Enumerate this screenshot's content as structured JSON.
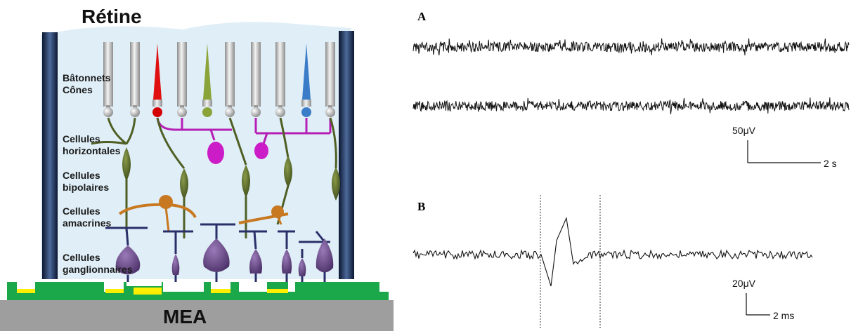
{
  "figure": {
    "retina_title": "Rétine",
    "mea_label": "MEA",
    "layer_labels": {
      "rods": "Bâtonnets",
      "cones": "Cônes",
      "horizontal_1": "Cellules",
      "horizontal_2": "horizontales",
      "bipolar_1": "Cellules",
      "bipolar_2": "bipolaires",
      "amacrine_1": "Cellules",
      "amacrine_2": "amacrines",
      "ganglion_1": "Cellules",
      "ganglion_2": "ganglionnaires"
    },
    "colors": {
      "rod": "#cfcfcf",
      "red_cone": "#e01010",
      "green_cone": "#8aa43a",
      "blue_cone": "#3a7cc8",
      "horizontal": "#b51fb5",
      "bipolar": "#5a6a2a",
      "amacrine": "#c87820",
      "ganglion": "#2a2f6a",
      "ganglion_soma": "#6a4a86",
      "mea_base": "#9e9e9e",
      "mea_yellow": "#ffee00",
      "mea_green": "#1aa84a"
    }
  },
  "panel_a": {
    "letter": "A",
    "scale_y": "50μV",
    "scale_x": "2 s"
  },
  "panel_b": {
    "letter": "B",
    "scale_y": "20μV",
    "scale_x": "2 ms"
  }
}
